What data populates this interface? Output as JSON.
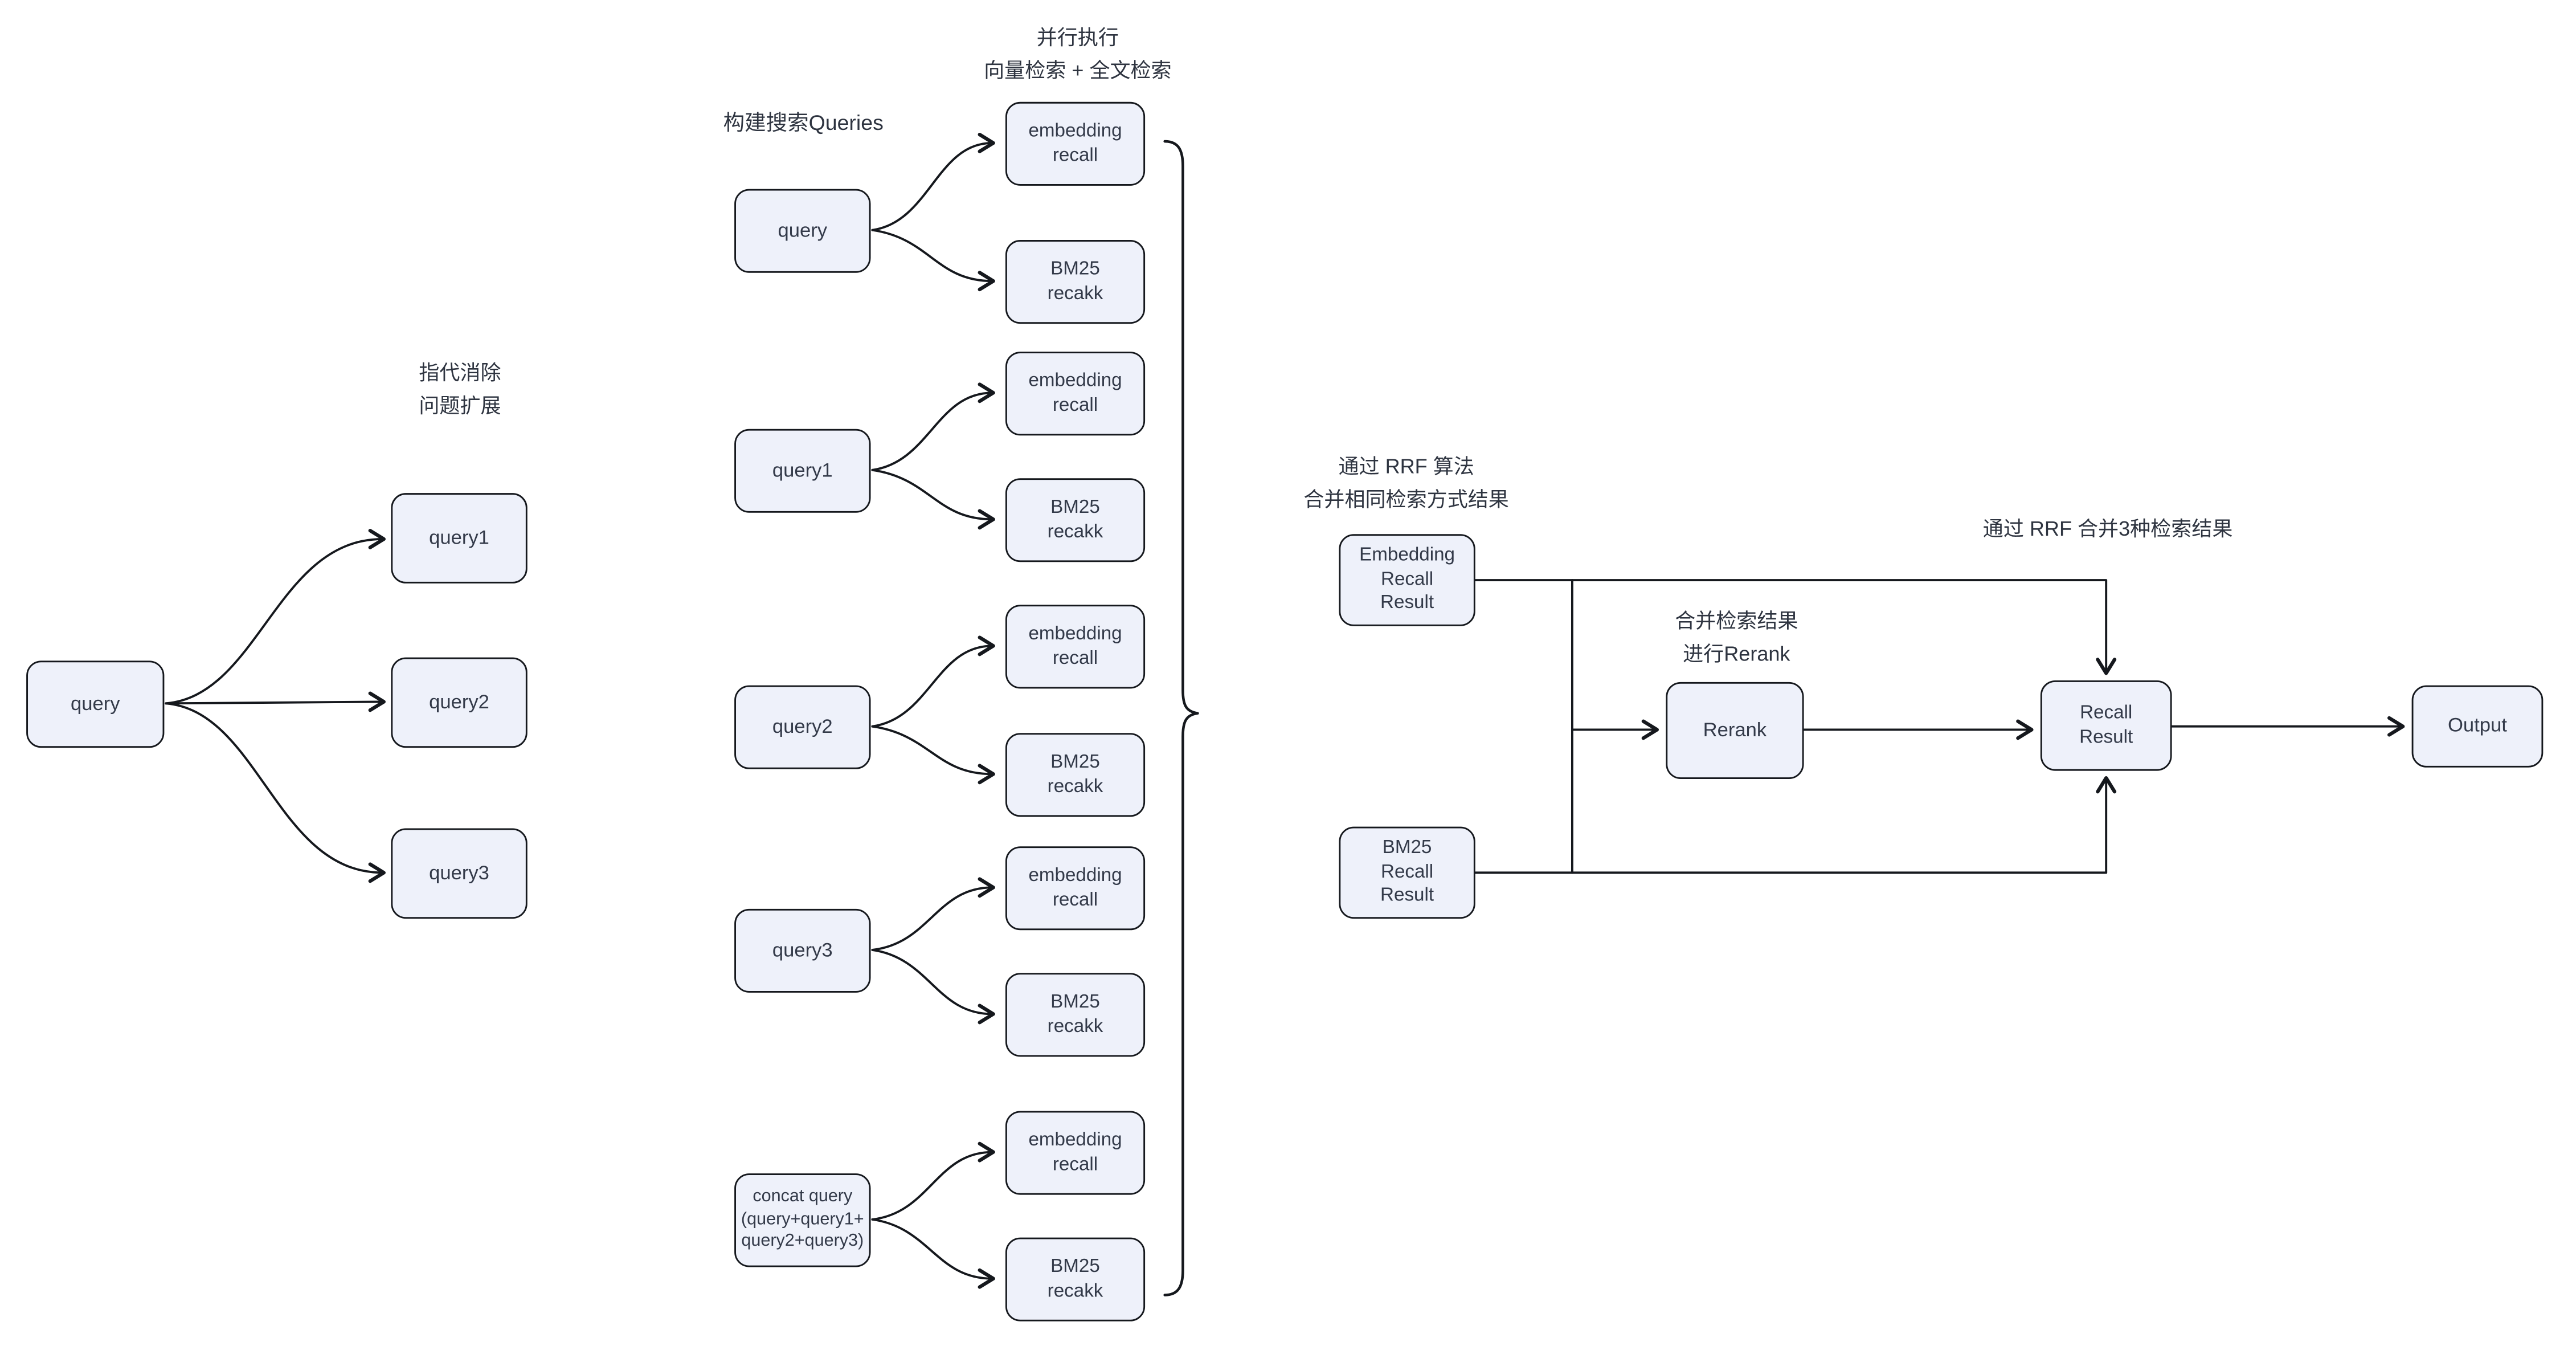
{
  "diagram": {
    "colors": {
      "background": "#ffffff",
      "node_fill": "#eef1fa",
      "stroke": "#15181d",
      "text": "#333a49"
    },
    "annotations": {
      "parallel_exec": {
        "line1": "并行执行",
        "line2": "向量检索 + 全文检索"
      },
      "build_queries": "构建搜索Queries",
      "coref_expand": {
        "line1": "指代消除",
        "line2": "问题扩展"
      },
      "rrf_same_method": {
        "line1": "通过 RRF 算法",
        "line2": "合并相同检索方式结果"
      },
      "merge_rerank": {
        "line1": "合并检索结果",
        "line2": "进行Rerank"
      },
      "rrf_merge_three": "通过 RRF 合并3种检索结果"
    },
    "left": {
      "query": "query",
      "query1": "query1",
      "query2": "query2",
      "query3": "query3"
    },
    "middle": {
      "queries": [
        "query",
        "query1",
        "query2",
        "query3"
      ],
      "concat": {
        "line1": "concat query",
        "line2": "(query+query1+",
        "line3": "query2+query3)"
      },
      "embedding": {
        "line1": "embedding",
        "line2": "recall"
      },
      "bm25": {
        "line1": "BM25",
        "line2": "recakk"
      }
    },
    "right": {
      "embedding_result": {
        "line1": "Embedding",
        "line2": "Recall",
        "line3": "Result"
      },
      "bm25_result": {
        "line1": "BM25",
        "line2": "Recall",
        "line3": "Result"
      },
      "rerank": "Rerank",
      "recall_result": {
        "line1": "Recall",
        "line2": "Result"
      },
      "output": "Output"
    },
    "edges": [
      {
        "from": "query",
        "to": "query1"
      },
      {
        "from": "query",
        "to": "query2"
      },
      {
        "from": "query",
        "to": "query3"
      },
      {
        "from": "mid-query",
        "to": "embedding recall"
      },
      {
        "from": "mid-query",
        "to": "BM25 recakk"
      },
      {
        "from": "mid-query1",
        "to": "embedding recall"
      },
      {
        "from": "mid-query1",
        "to": "BM25 recakk"
      },
      {
        "from": "mid-query2",
        "to": "embedding recall"
      },
      {
        "from": "mid-query2",
        "to": "BM25 recakk"
      },
      {
        "from": "mid-query3",
        "to": "embedding recall"
      },
      {
        "from": "mid-query3",
        "to": "BM25 recakk"
      },
      {
        "from": "concat query",
        "to": "embedding recall"
      },
      {
        "from": "concat query",
        "to": "BM25 recakk"
      },
      {
        "from": "Embedding Recall Result",
        "to": "Recall Result"
      },
      {
        "from": "BM25 Recall Result",
        "to": "Recall Result"
      },
      {
        "from": "merged results junction",
        "to": "Rerank"
      },
      {
        "from": "Rerank",
        "to": "Recall Result"
      },
      {
        "from": "Recall Result",
        "to": "Output"
      }
    ]
  }
}
